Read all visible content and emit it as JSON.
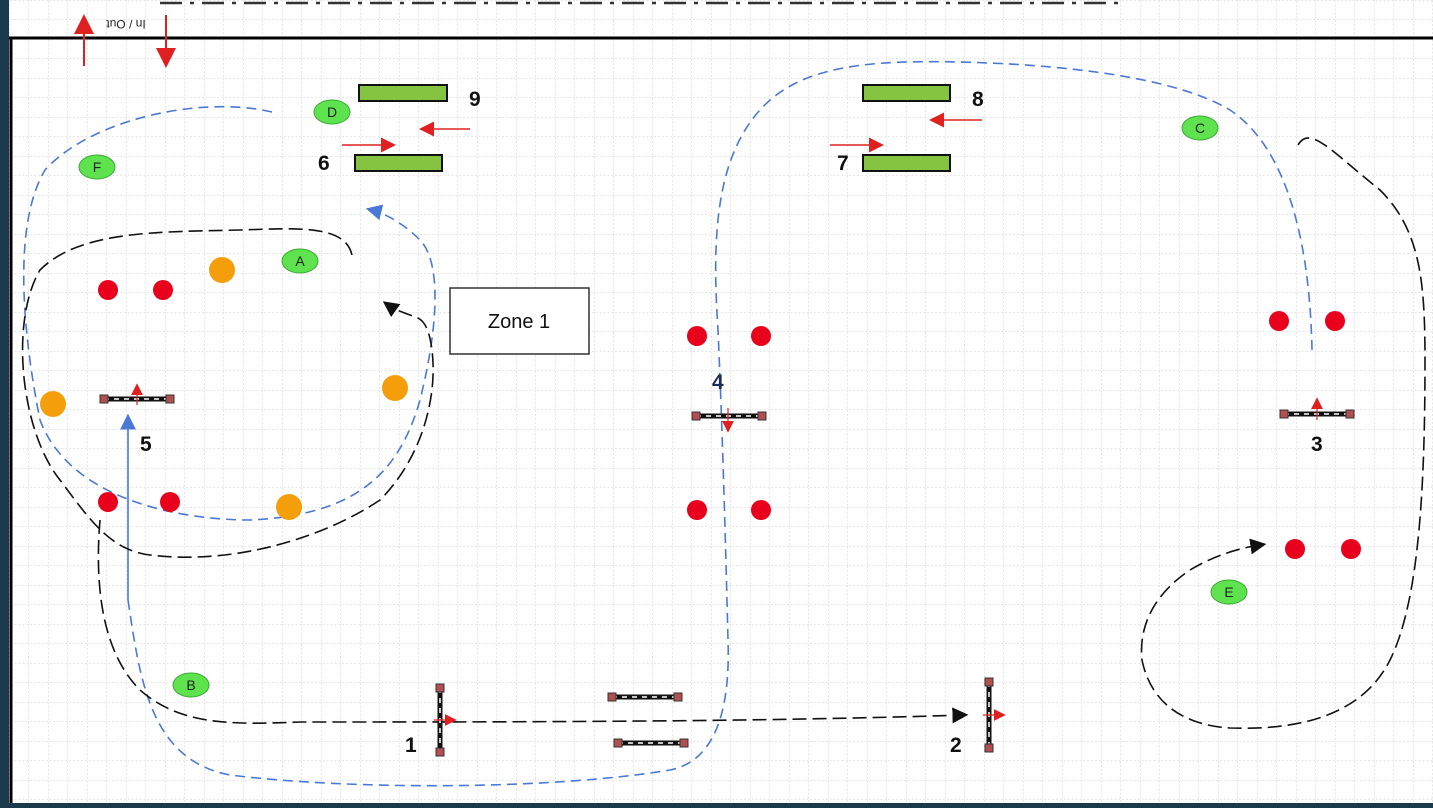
{
  "entrance": {
    "label": "In / Out"
  },
  "zone_label": "Zone 1",
  "colors": {
    "background": "#ffffff",
    "grid": "#c9c9c9",
    "frame": "#000000",
    "outer_frame": "#1b3a4b",
    "blue_path": "#4a78d6",
    "black_path": "#111111",
    "red_marker": "#e8001c",
    "orange_marker": "#f59e0b",
    "green_marker": "#5ee34f",
    "hurdle_bar": "#85c441",
    "arrow_red": "#e02020"
  },
  "obstacles": {
    "jumps": [
      "1",
      "2",
      "3",
      "4",
      "5"
    ],
    "hurdles": [
      "6",
      "7",
      "8",
      "9"
    ]
  },
  "cones": [
    "A",
    "B",
    "C",
    "D",
    "E",
    "F"
  ]
}
